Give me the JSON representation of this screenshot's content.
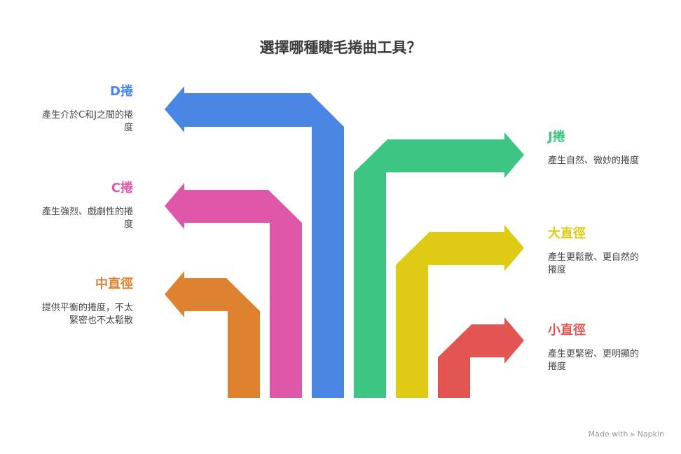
{
  "title": "選擇哪種睫毛捲曲工具？",
  "items": [
    {
      "key": "d",
      "label": "D捲",
      "desc": "產生介於C和J之間的捲度",
      "color": "#4A86E4"
    },
    {
      "key": "c",
      "label": "C捲",
      "desc": "產生強烈、戲劇性的捲度",
      "color": "#DE57A9"
    },
    {
      "key": "medium",
      "label": "中直徑",
      "desc": "提供平衡的捲度，不太緊密也不太鬆散",
      "color": "#DF8230"
    },
    {
      "key": "j",
      "label": "J捲",
      "desc": "產生自然、微妙的捲度",
      "color": "#3CC583"
    },
    {
      "key": "large",
      "label": "大直徑",
      "desc": "產生更鬆散、更自然的捲度",
      "color": "#DFCB14"
    },
    {
      "key": "small",
      "label": "小直徑",
      "desc": "產生更緊密、更明顯的捲度",
      "color": "#E35550"
    }
  ],
  "watermark": "Made with ⪢ Napkin"
}
